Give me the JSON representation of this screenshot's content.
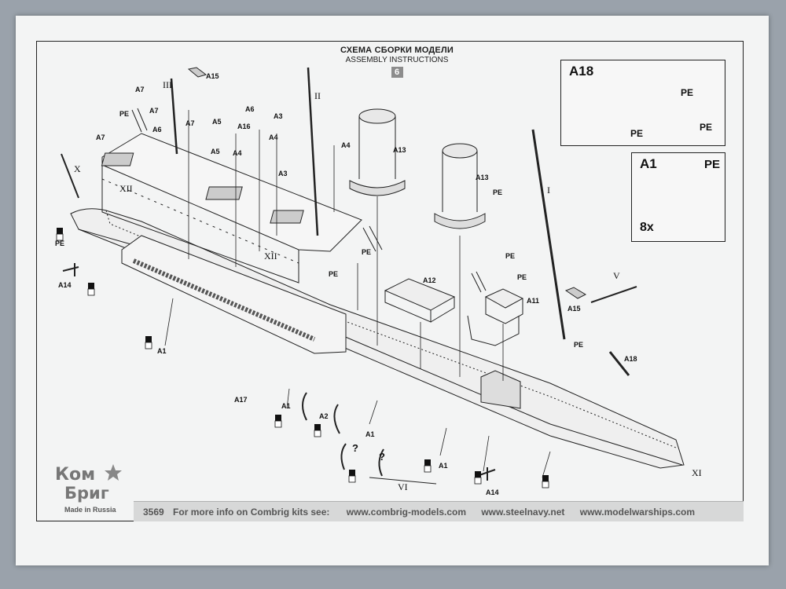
{
  "header": {
    "title_ru": "СХЕМА СБОРКИ МОДЕЛИ",
    "title_en": "ASSEMBLY INSTRUCTIONS",
    "step_number": "6"
  },
  "inset_a18": {
    "heading": "A18",
    "labels": [
      "PE",
      "PE",
      "PE"
    ]
  },
  "inset_a1": {
    "heading": "A1",
    "label_pe": "PE",
    "quantity": "8x"
  },
  "brand": {
    "line1": "Ком",
    "line2": "Бриг",
    "line3": "Made in Russia"
  },
  "footer": {
    "kit_number": "3569",
    "info_text": "For more info on Combrig kits see:",
    "links": [
      "www.combrig-models.com",
      "www.steelnavy.net",
      "www.modelwarships.com"
    ]
  },
  "callouts": {
    "A15_top": "A15",
    "A7a": "A7",
    "A7b": "A7",
    "A7c": "A7",
    "A7d": "A7",
    "A6a": "A6",
    "A6b": "A6",
    "A5a": "A5",
    "A5b": "A5",
    "A16": "A16",
    "A3a": "A3",
    "A3b": "A3",
    "A4a": "A4",
    "A4b": "A4",
    "A4c": "A4",
    "A13a": "A13",
    "A13b": "A13",
    "A12": "A12",
    "A11": "A11",
    "A15_right": "A15",
    "A18_main": "A18",
    "A14a": "A14",
    "A14b": "A14",
    "A1a": "A1",
    "A1b": "A1",
    "A1c": "A1",
    "A1d": "A1",
    "A2": "A2",
    "A17": "A17",
    "PE1": "PE",
    "PE2": "PE",
    "PE3": "PE",
    "PE4": "PE",
    "PE5": "PE",
    "PE6": "PE",
    "PE7": "PE",
    "PE8": "PE",
    "q1": "?",
    "q2": "?"
  },
  "roman": {
    "I": "I",
    "II": "II",
    "III": "III",
    "V": "V",
    "VI": "VI",
    "X": "X",
    "XI": "XI",
    "XII_a": "XII",
    "XII_b": "XII"
  }
}
